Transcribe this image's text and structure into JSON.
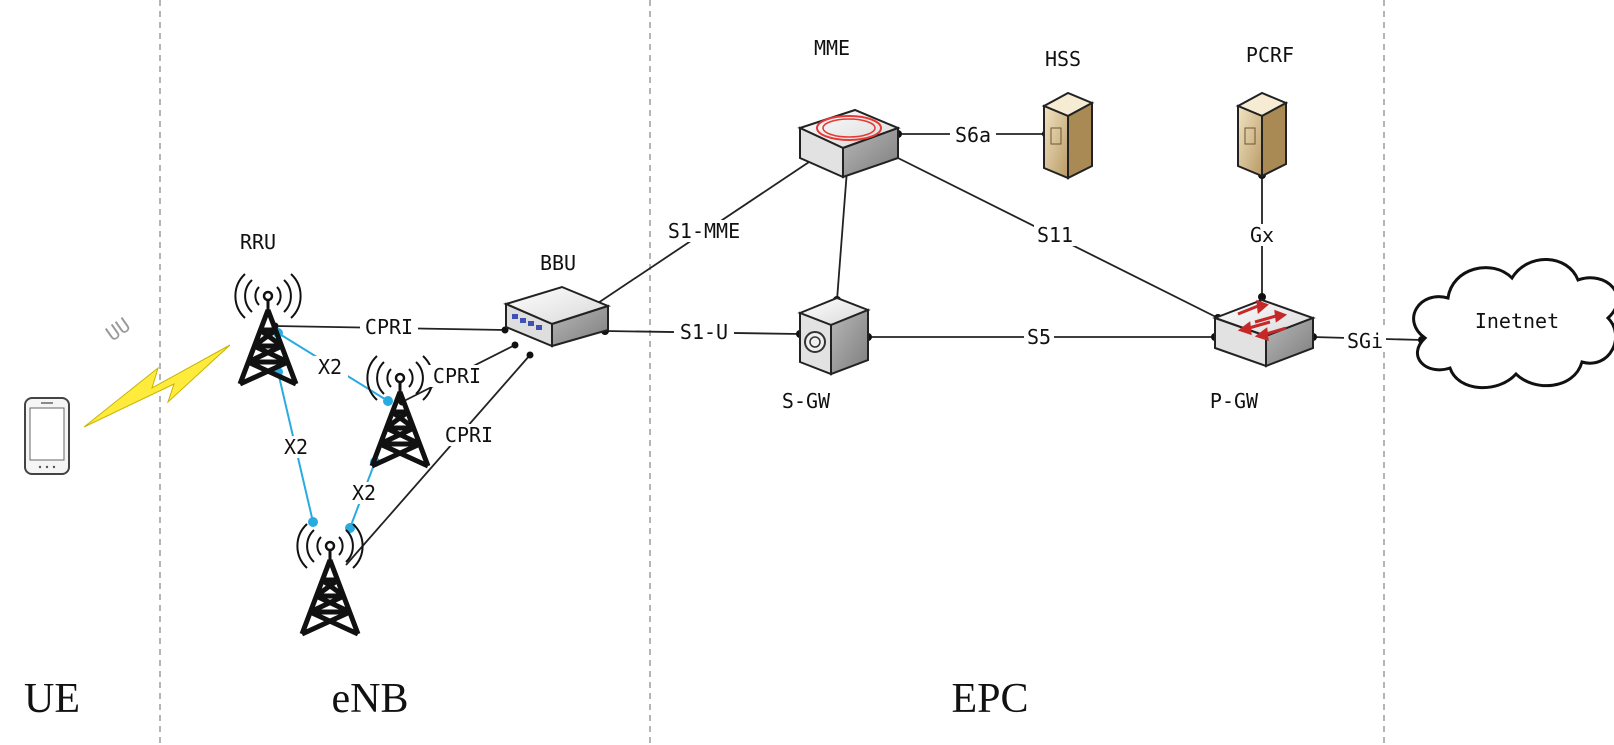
{
  "zones": {
    "ue": "UE",
    "enb": "eNB",
    "epc": "EPC"
  },
  "nodes": {
    "rru": "RRU",
    "bbu": "BBU",
    "mme": "MME",
    "hss": "HSS",
    "pcrf": "PCRF",
    "sgw": "S-GW",
    "pgw": "P-GW",
    "internet": "Inetnet"
  },
  "links": {
    "uu": "UU",
    "cpri_1": "CPRI",
    "cpri_2": "CPRI",
    "cpri_3": "CPRI",
    "x2_1": "X2",
    "x2_2": "X2",
    "x2_3": "X2",
    "s1_mme": "S1-MME",
    "s1_u": "S1-U",
    "s6a": "S6a",
    "s11": "S11",
    "s5": "S5",
    "gx": "Gx",
    "sgi": "SGi"
  },
  "colors": {
    "x2_link": "#29abe2",
    "lightning": "#ffeb3b",
    "mme_ring": "#e53935",
    "server": "#d9c29a",
    "pgw_arrow": "#c62828"
  }
}
